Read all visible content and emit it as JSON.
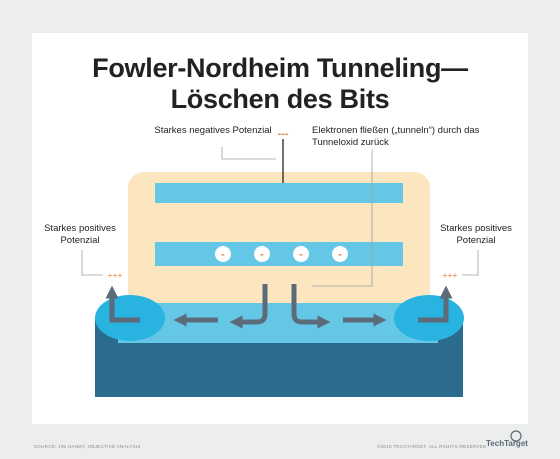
{
  "title": {
    "line1": "Fowler-Nordheim Tunneling—",
    "line2": "Löschen des Bits"
  },
  "labels": {
    "negative_potential": "Starkes negatives Potenzial",
    "negative_sign": "---",
    "electrons_flow": "Elektronen fließen („tunneln“) durch das Tunneloxid zurück",
    "positive_left": "Starkes positives Potenzial",
    "positive_right": "Starkes positives Potenzial",
    "plus_sign_left": "+++",
    "plus_sign_right": "+++"
  },
  "electron_symbol": "-",
  "electron_count": 4,
  "footer": {
    "source": "SOURCE: JIM HANDY, OBJECTIVE ANALYSIS",
    "copyright": "©2019 TECHTARGET. ALL RIGHTS RESERVED",
    "brand": "TechTarget"
  },
  "colors": {
    "background": "#eceded",
    "gate_body": "#fbe6bf",
    "gate_layer": "#65c7e6",
    "oxide_layer": "#65c7e6",
    "substrate": "#2b6b8e",
    "wells": "#29b3e0",
    "arrows": "#5b6b7a",
    "charge_signs": "#e8823a"
  }
}
